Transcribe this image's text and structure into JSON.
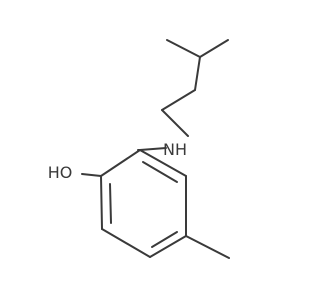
{
  "molecule": {
    "atoms": [
      {
        "id": "oh",
        "label": "HO"
      },
      {
        "id": "nh",
        "label": "NH"
      }
    ]
  }
}
